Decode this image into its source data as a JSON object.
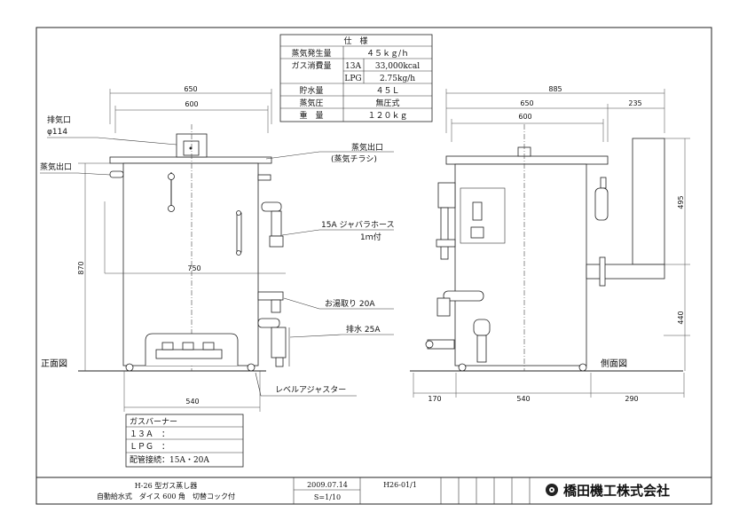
{
  "spec_table": {
    "title": "仕　様",
    "rows": [
      {
        "label": "蒸気発生量",
        "sub": "",
        "value": "４５ｋｇ/ｈ"
      },
      {
        "label": "ガス消費量",
        "sub": "13A",
        "value": "33,000kcal"
      },
      {
        "label": "",
        "sub": "LPG",
        "value": "2.75kg/h"
      },
      {
        "label": "貯水量",
        "sub": "",
        "value": "４５Ｌ"
      },
      {
        "label": "蒸気圧",
        "sub": "",
        "value": "無圧式"
      },
      {
        "label": "重　量",
        "sub": "",
        "value": "１２０ｋｇ"
      }
    ]
  },
  "front_view": {
    "view_label": "正面図",
    "labels": {
      "exhaust": "排気口",
      "exhaust_dia": "φ114",
      "steam_outlet_left": "蒸気出口",
      "steam_outlet_top": "蒸気出口",
      "steam_outlet_top_sub": "(蒸気チラシ)",
      "hose": "15A ジャバラホース",
      "hose_sub": "1ｍ付",
      "hot_water": "お湯取り 20A",
      "drain": "排水 25A",
      "level_adjuster": "レベルアジャスター"
    },
    "dims": {
      "width_outer": "650",
      "width_inner": "600",
      "height": "870",
      "depth": "750",
      "base": "540"
    }
  },
  "side_view": {
    "view_label": "側面図",
    "dims": {
      "total": "885",
      "body": "650",
      "flue": "235",
      "inner": "600",
      "upper_height": "495",
      "lower_height": "440",
      "left_offset": "170",
      "base": "540",
      "right_offset": "290"
    }
  },
  "burner_box": {
    "rows": [
      "ガスバーナー",
      "１３Ａ　：",
      "ＬＰＧ　：",
      "配管接続：15A・20A"
    ]
  },
  "title_block": {
    "line1": "H-26 型ガス蒸し器",
    "line2": "自動給水式　ダイス 600 角　切替コック付",
    "date": "2009.07.14",
    "drawing_no": "H26-01/1",
    "scale": "S=1/10",
    "company": "橋田機工株式会社"
  }
}
